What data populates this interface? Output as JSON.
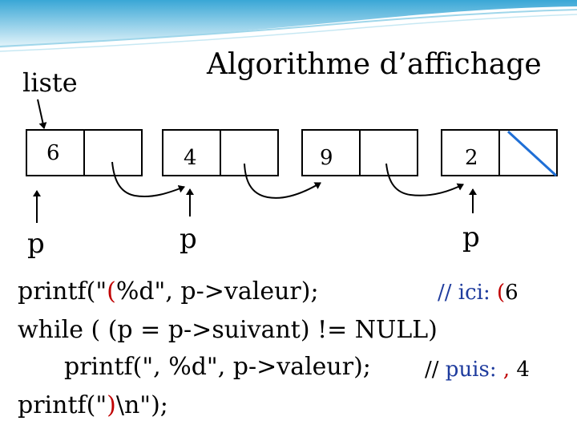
{
  "title": "Algorithme d’affichage",
  "list_label": "liste",
  "nodes": [
    {
      "valeur": "6"
    },
    {
      "valeur": "4"
    },
    {
      "valeur": "9"
    },
    {
      "valeur": "2"
    }
  ],
  "pointer_label": "p",
  "code": {
    "line1": "printf(\"",
    "line1_paren": "(",
    "line1_rest": "%d\", p->valeur);",
    "line1_comment": "// ici: ",
    "line1_comment_paren": "(",
    "line1_comment_value": "6",
    "line2": "while ( (p = p->suivant) != NULL)",
    "line3": "printf(\", %d\",  p->valeur);",
    "line3_comment_slashes": "//",
    "line3_comment": " puis: ",
    "line3_comment_comma": ",",
    "line3_comment_value": " 4",
    "line4_a": "printf(\"",
    "line4_paren": ")",
    "line4_b": "\\n\");"
  },
  "colors": {
    "header_blue": "#7ec8e3",
    "null_slash": "#1f6fd6",
    "comment": "#1f3c9e",
    "highlight": "#c00000"
  }
}
